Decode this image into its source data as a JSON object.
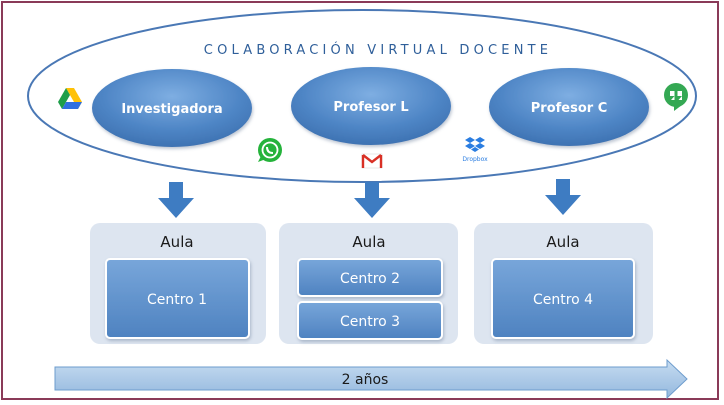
{
  "title": "COLABORACIÓN VIRTUAL DOCENTE",
  "roles": [
    "Investigadora",
    "Profesor L",
    "Profesor C"
  ],
  "aulas": [
    {
      "label": "Aula",
      "centros": [
        "Centro 1"
      ]
    },
    {
      "label": "Aula",
      "centros": [
        "Centro 2",
        "Centro 3"
      ]
    },
    {
      "label": "Aula",
      "centros": [
        "Centro 4"
      ]
    }
  ],
  "duration": "2 años",
  "icons": {
    "drive": "google-drive-icon",
    "whatsapp": "whatsapp-icon",
    "gmail": "gmail-icon",
    "dropbox": "dropbox-icon",
    "dropbox_label": "Dropbox",
    "hangouts": "hangouts-icon"
  },
  "colors": {
    "frame": "#8a3a58",
    "ellipse_stroke": "#4a78b5",
    "role_fill": "#4f86c6",
    "arrow": "#3e7cc2",
    "aula_bg": "#dde5f0",
    "centro_fill": "#5b8fcb",
    "timeline": "#a9c7e6"
  }
}
